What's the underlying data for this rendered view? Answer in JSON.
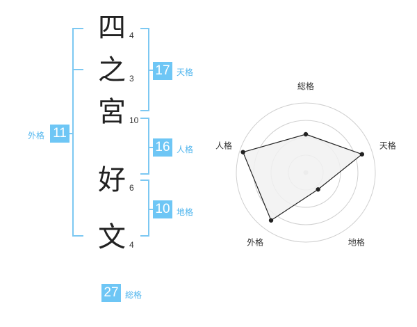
{
  "name_chars": [
    {
      "char": "四",
      "strokes": "4"
    },
    {
      "char": "之",
      "strokes": "3"
    },
    {
      "char": "宮",
      "strokes": "10"
    },
    {
      "char": "好",
      "strokes": "6"
    },
    {
      "char": "文",
      "strokes": "4"
    }
  ],
  "fortunes": {
    "tenkaku": {
      "value": "17",
      "label": "天格"
    },
    "jinkaku": {
      "value": "16",
      "label": "人格"
    },
    "chikaku": {
      "value": "10",
      "label": "地格"
    },
    "gaikaku": {
      "value": "11",
      "label": "外格"
    },
    "soukaku": {
      "value": "27",
      "label": "総格"
    }
  },
  "colors": {
    "accent": "#6ec6f5",
    "accent_text": "#52b6ee",
    "line": "#7cc8f2"
  },
  "chart_data": {
    "type": "radar",
    "axes": [
      "総格",
      "天格",
      "地格",
      "外格",
      "人格"
    ],
    "values": [
      0.55,
      0.85,
      0.3,
      0.85,
      0.95
    ],
    "range": [
      0,
      1
    ],
    "rings": 4,
    "fill": "#f1f1f1",
    "stroke": "#222222"
  }
}
